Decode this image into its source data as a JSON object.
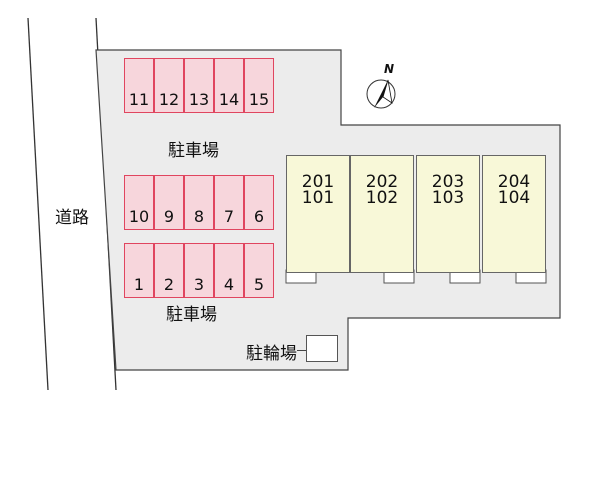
{
  "road_label": "道路",
  "parking_top_label": "駐車場",
  "parking_bottom_label": "駐車場",
  "bicycle_label": "駐輪場",
  "north_label": "N",
  "parking_rows": [
    [
      "11",
      "12",
      "13",
      "14",
      "15"
    ],
    [
      "10",
      "9",
      "8",
      "7",
      "6"
    ],
    [
      "1",
      "2",
      "3",
      "4",
      "5"
    ]
  ],
  "units": [
    {
      "upper": "201",
      "lower": "101"
    },
    {
      "upper": "202",
      "lower": "102"
    },
    {
      "upper": "203",
      "lower": "103"
    },
    {
      "upper": "204",
      "lower": "104"
    }
  ],
  "colors": {
    "parking_border": "#e0455f",
    "parking_fill": "#f7d6dc",
    "building_fill": "#f8f8d8",
    "site_fill": "#ececec"
  }
}
